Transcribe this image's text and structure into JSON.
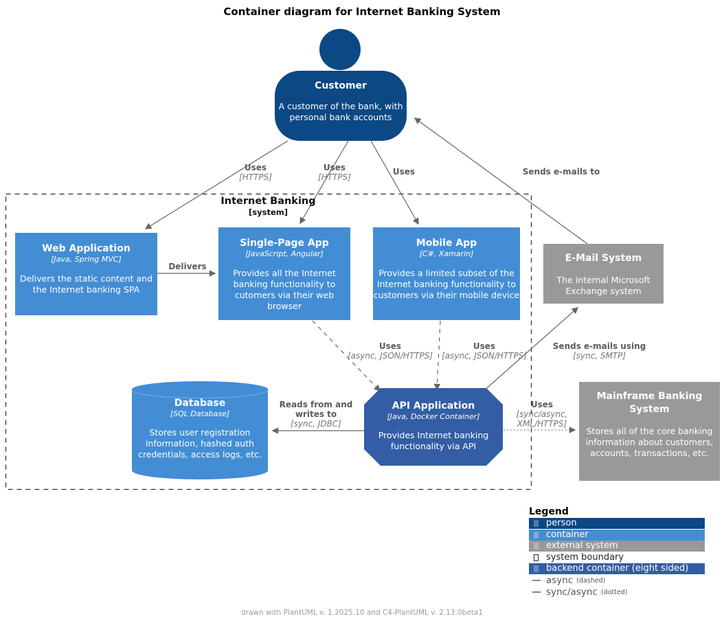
{
  "title": "Container diagram for Internet Banking System",
  "footer": "drawn with PlantUML v. 1.2025.10 and C4-PlantUML v. 2.13.0beta1",
  "colors": {
    "person": "#0B4884",
    "container": "#438DD5",
    "external_system": "#999999",
    "backend_container": "#335DA5",
    "arrow": "#666666"
  },
  "boundary": {
    "name": "Internet Banking",
    "type": "[system]"
  },
  "nodes": {
    "customer": {
      "name": "Customer",
      "description": "A customer of the bank, with personal bank accounts"
    },
    "web_app": {
      "name": "Web Application",
      "tech": "[Java, Spring MVC]",
      "description": "Delivers the static content and the Internet banking SPA"
    },
    "spa": {
      "name": "Single-Page App",
      "tech": "[JavaScript, Angular]",
      "description": "Provides all the Internet banking functionality to cutomers via their web browser"
    },
    "mobile_app": {
      "name": "Mobile App",
      "tech": "[C#, Xamarin]",
      "description": "Provides a limited subset of the Internet banking functionality to customers via their mobile device"
    },
    "email_system": {
      "name": "E-Mail System",
      "description": "The internal Microsoft Exchange system"
    },
    "database": {
      "name": "Database",
      "tech": "[SQL Database]",
      "description": "Stores user registration information, hashed auth credentials, access logs, etc."
    },
    "api_app": {
      "name": "API Application",
      "tech": "[Java, Docker Container]",
      "description": "Provides Internet banking functionality via API"
    },
    "mainframe": {
      "name": "Mainframe Banking System",
      "description": "Stores all of the core banking information about customers, accounts, transactions, etc."
    }
  },
  "relationships": {
    "customer_web": {
      "label": "Uses",
      "tech": "[HTTPS]"
    },
    "customer_spa": {
      "label": "Uses",
      "tech": "[HTTPS]"
    },
    "customer_mobile": {
      "label": "Uses"
    },
    "email_customer": {
      "label": "Sends e-mails to"
    },
    "web_spa": {
      "label": "Delivers"
    },
    "spa_api": {
      "label": "Uses",
      "tech": "[async, JSON/HTTPS]"
    },
    "mobile_api": {
      "label": "Uses",
      "tech": "[async, JSON/HTTPS]"
    },
    "api_email": {
      "label": "Sends e-mails using",
      "tech": "[sync, SMTP]"
    },
    "api_db": {
      "label": "Reads from and writes to",
      "tech": "[sync, JDBC]"
    },
    "api_mainframe": {
      "label": "Uses",
      "tech": "[sync/async, XML/HTTPS]"
    }
  },
  "legend": {
    "title": "Legend",
    "rows": [
      {
        "label": "person"
      },
      {
        "label": "container"
      },
      {
        "label": "external system"
      },
      {
        "label": "system boundary"
      },
      {
        "label": "backend container (eight sided)"
      },
      {
        "label": "async",
        "suffix": "(dashed)"
      },
      {
        "label": "sync/async",
        "suffix": "(dotted)"
      }
    ]
  }
}
